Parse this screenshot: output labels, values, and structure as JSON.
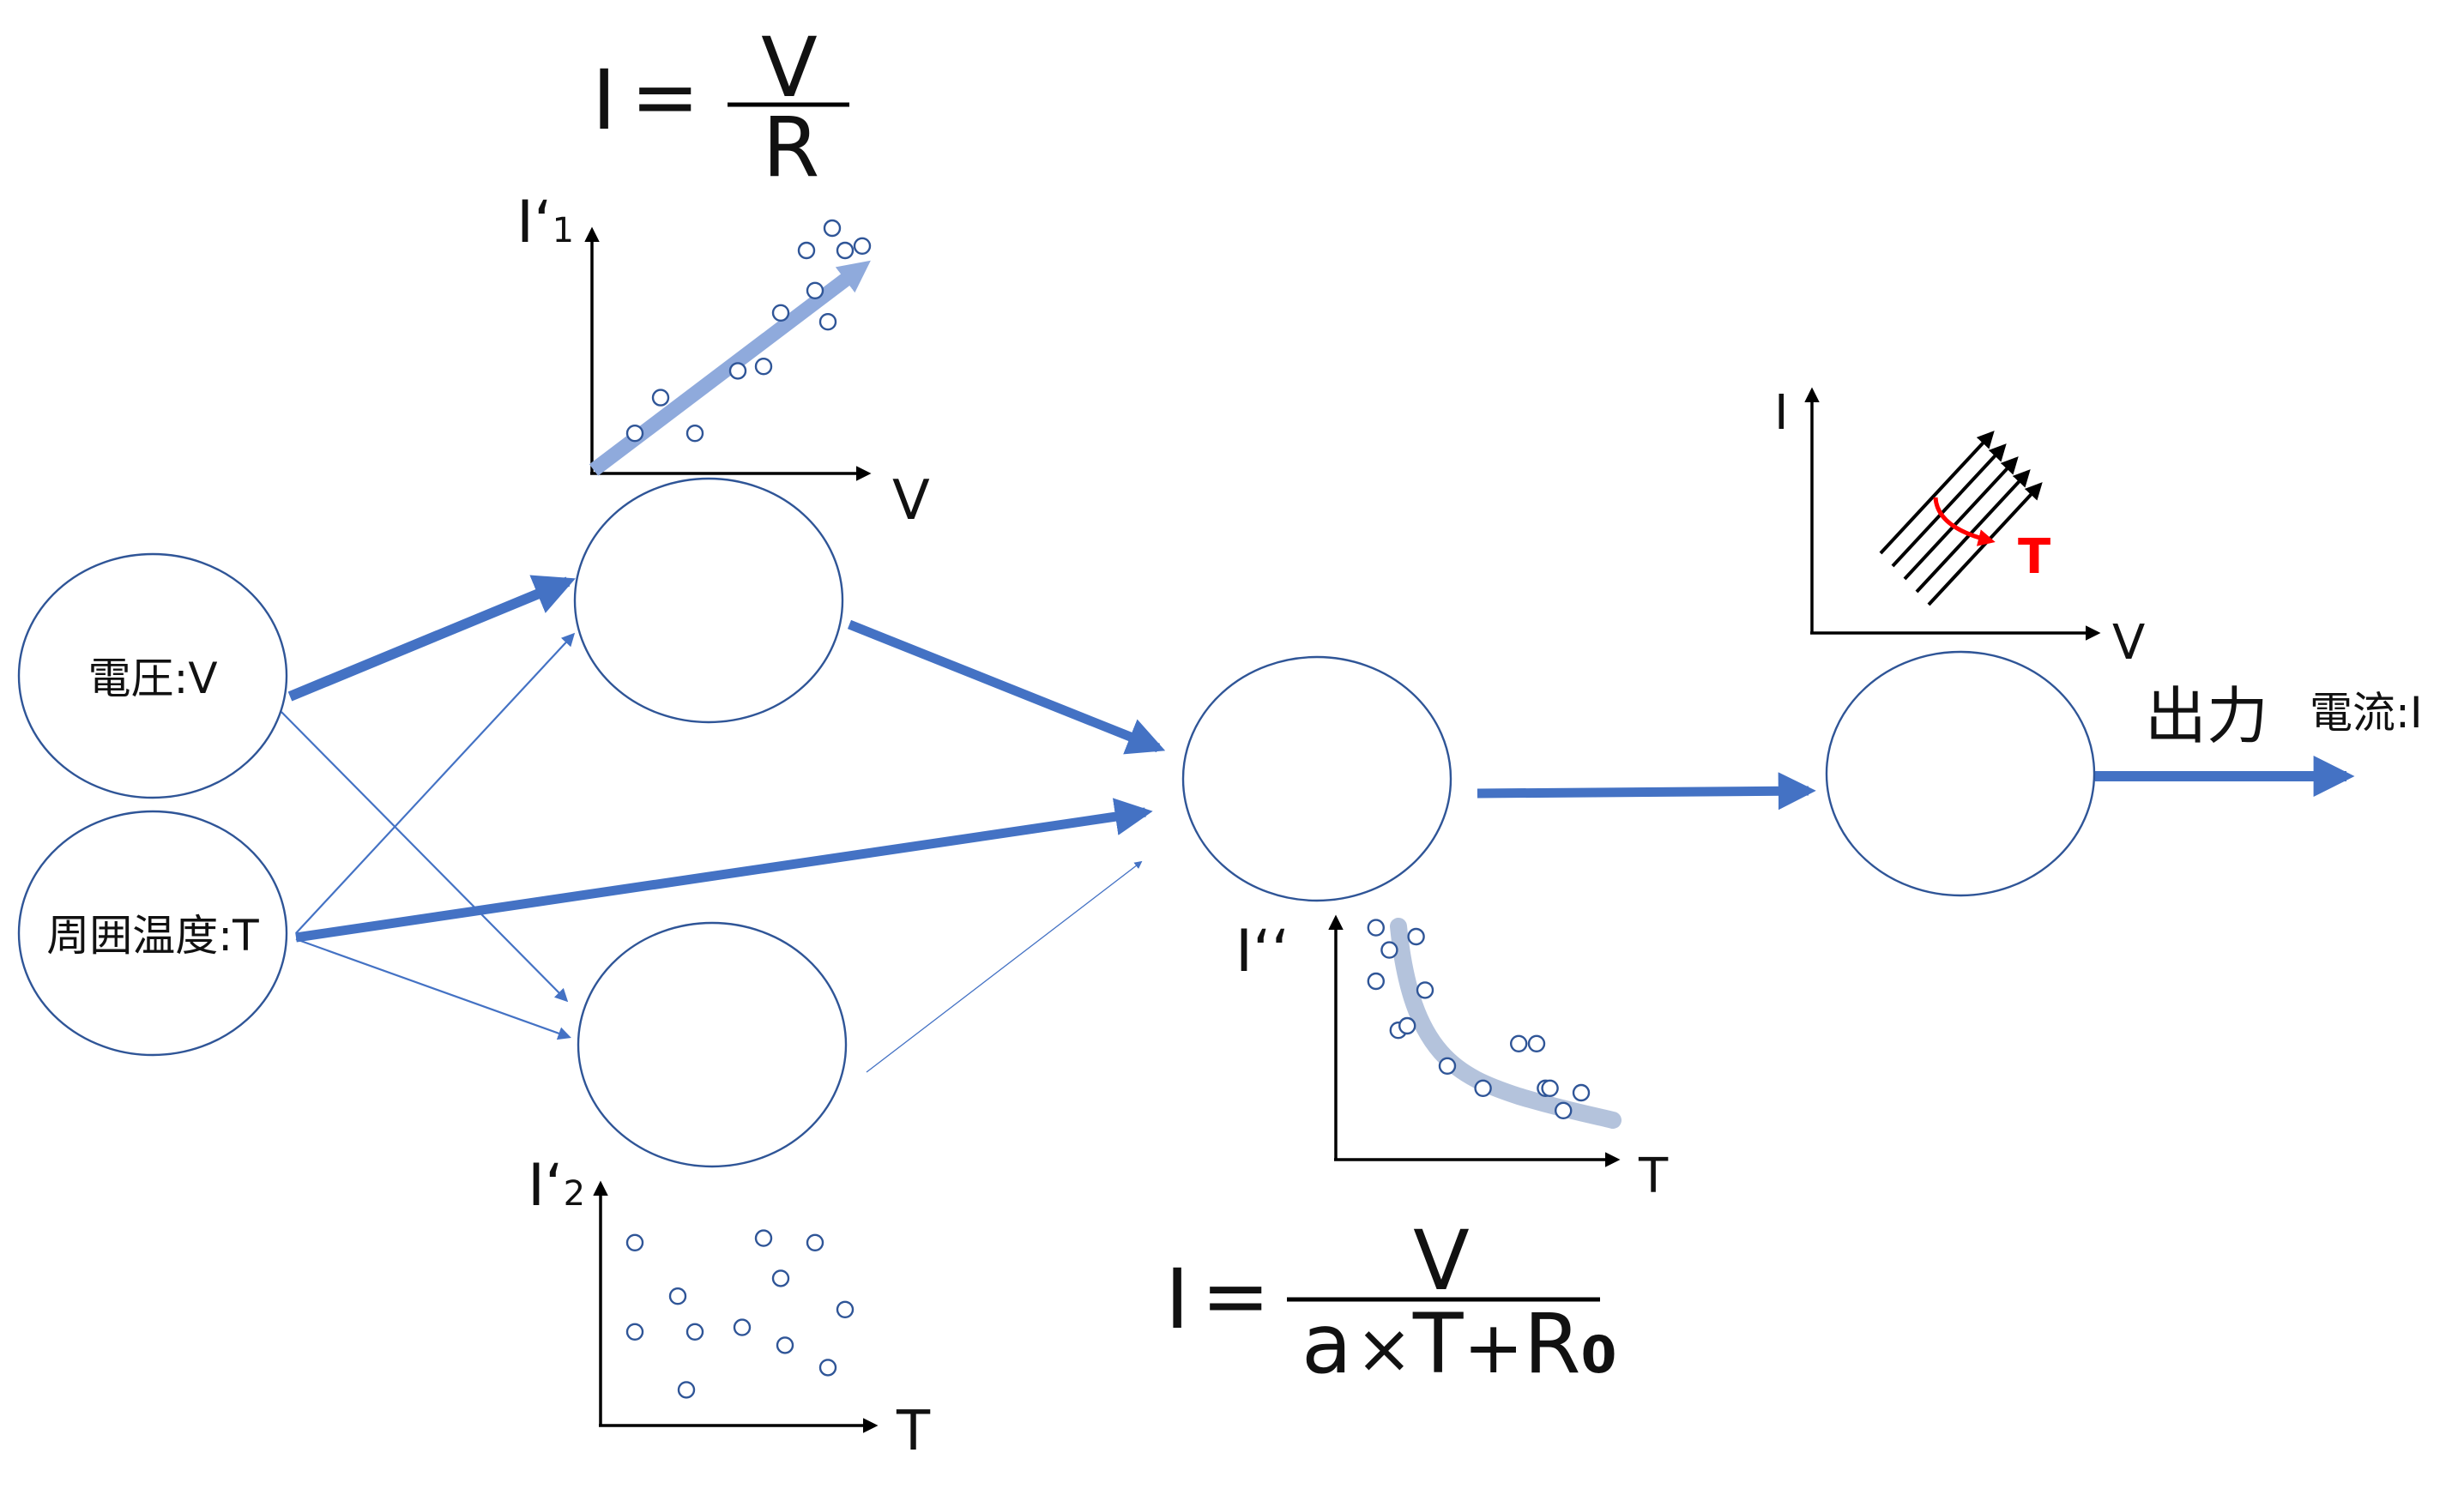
{
  "colors": {
    "arrow": "#4472c4",
    "node_stroke": "#2f5597",
    "trend_line": "#8faadc",
    "trend_curve": "#b4c3dc",
    "temperature_arrow": "#ff0000",
    "axis": "#000000"
  },
  "inputs": {
    "voltage_label": "電圧:V",
    "temperature_label": "周囲温度:T"
  },
  "output": {
    "label": "出力",
    "current_label": "電流:I"
  },
  "formula_top": {
    "lhs": "I",
    "eq": "=",
    "numerator": "V",
    "denominator": "R"
  },
  "formula_bottom": {
    "lhs": "I",
    "eq": "=",
    "numerator": "V",
    "denominator_a": "a",
    "times": "×",
    "denominator_t": "T",
    "plus": "+",
    "denominator_r": "R",
    "denominator_r_sub": "0"
  },
  "plot_iv": {
    "y_label": "I‘",
    "y_sub": "1",
    "x_label": "V"
  },
  "plot_it_scatter": {
    "y_label": "I‘",
    "y_sub": "2",
    "x_label": "T"
  },
  "plot_it_curve": {
    "y_label": "I‘‘",
    "x_label": "T"
  },
  "plot_output": {
    "y_label": "I",
    "x_label": "V",
    "temperature_label": "T"
  },
  "chart_data": [
    {
      "type": "scatter",
      "title": "",
      "xlabel": "V",
      "ylabel": "I‘1",
      "trend": "increasing linear",
      "x": [
        1,
        1.6,
        2.4,
        3.4,
        4.0,
        4.4,
        5.0,
        5.2,
        5.5,
        5.6,
        5.9,
        6.3
      ],
      "y": [
        0.9,
        1.7,
        0.9,
        2.3,
        2.4,
        3.6,
        5.0,
        4.1,
        3.4,
        5.5,
        5.0,
        5.1
      ]
    },
    {
      "type": "scatter",
      "title": "",
      "xlabel": "T",
      "ylabel": "I‘2",
      "trend": "none",
      "x": [
        0.8,
        0.8,
        1.8,
        2.0,
        2.2,
        3.3,
        3.8,
        4.2,
        4.3,
        5.0,
        5.3,
        5.7
      ],
      "y": [
        4.1,
        2.1,
        2.9,
        0.8,
        2.1,
        2.2,
        4.2,
        3.3,
        1.8,
        4.1,
        1.3,
        2.6
      ]
    },
    {
      "type": "scatter",
      "title": "",
      "xlabel": "T",
      "ylabel": "I‘‘",
      "trend": "decreasing inverse",
      "x": [
        0.9,
        1.2,
        0.9,
        1.8,
        1.4,
        2.0,
        1.6,
        2.5,
        3.3,
        4.1,
        4.5,
        4.7,
        4.8,
        5.1,
        5.5
      ],
      "y": [
        5.2,
        4.7,
        4.0,
        5.0,
        2.9,
        3.8,
        3.0,
        2.1,
        1.6,
        2.6,
        2.6,
        1.6,
        1.6,
        1.1,
        1.5
      ]
    }
  ]
}
